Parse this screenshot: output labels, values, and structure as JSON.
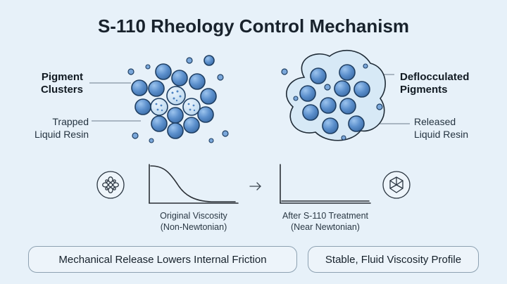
{
  "title": "S-110 Rheology Control Mechanism",
  "left_panel": {
    "label_main": [
      "Pigment",
      "Clusters"
    ],
    "label_sub": [
      "Trapped",
      "Liquid Resin"
    ]
  },
  "right_panel": {
    "label_main": [
      "Deflocculated",
      "Pigments"
    ],
    "label_sub": [
      "Released",
      "Liquid Resin"
    ]
  },
  "curves": {
    "left_caption": [
      "Original Viscosity",
      "(Non-Newtonian)"
    ],
    "right_caption": [
      "After S-110 Treatment",
      "(Near Newtonian)"
    ],
    "arrow": "→"
  },
  "footer": {
    "left_pill": "Mechanical Release Lowers Internal Friction",
    "right_pill": "Stable, Fluid Viscosity Profile"
  },
  "icons": {
    "left": "flower-molecule-icon",
    "right": "hexagon-network-icon"
  },
  "colors": {
    "bead_fill": "#5b8fcc",
    "bead_stroke": "#1f3f63",
    "resin_fill": "#cde4f5",
    "line": "#2a2f35"
  }
}
